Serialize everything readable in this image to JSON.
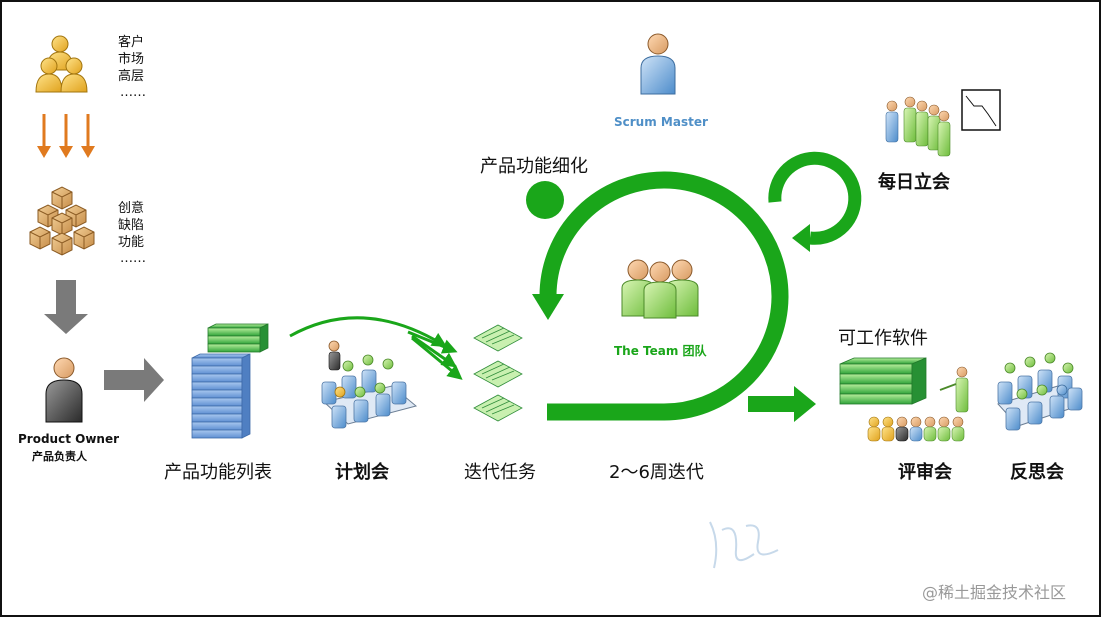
{
  "stakeholders": [
    "客户",
    "市场",
    "高层",
    "……"
  ],
  "ideas": [
    "创意",
    "缺陷",
    "功能",
    "……"
  ],
  "product_owner": {
    "title": "Product Owner",
    "subtitle": "产品负责人"
  },
  "scrum_master": "Scrum Master",
  "backlog_refinement": "产品功能细化",
  "daily_standup": "每日立会",
  "team": "The Team 团队",
  "working_software": "可工作软件",
  "product_backlog": "产品功能列表",
  "planning_meeting": "计划会",
  "sprint_tasks": "迭代任务",
  "sprint_length": "2～6周迭代",
  "review_meeting": "评审会",
  "retrospective": "反思会",
  "watermark": "@稀土掘金技术社区",
  "colors": {
    "green": "#1aa61a",
    "orange_arrow": "#e07a1f",
    "gray_arrow": "#7a7a7a",
    "scrum_master_blue": "#4f8fc7",
    "person_yellow": "#f2c13a",
    "person_green": "#8fd16a",
    "person_blue": "#6fa6de",
    "box_tan": "#d8a867"
  }
}
